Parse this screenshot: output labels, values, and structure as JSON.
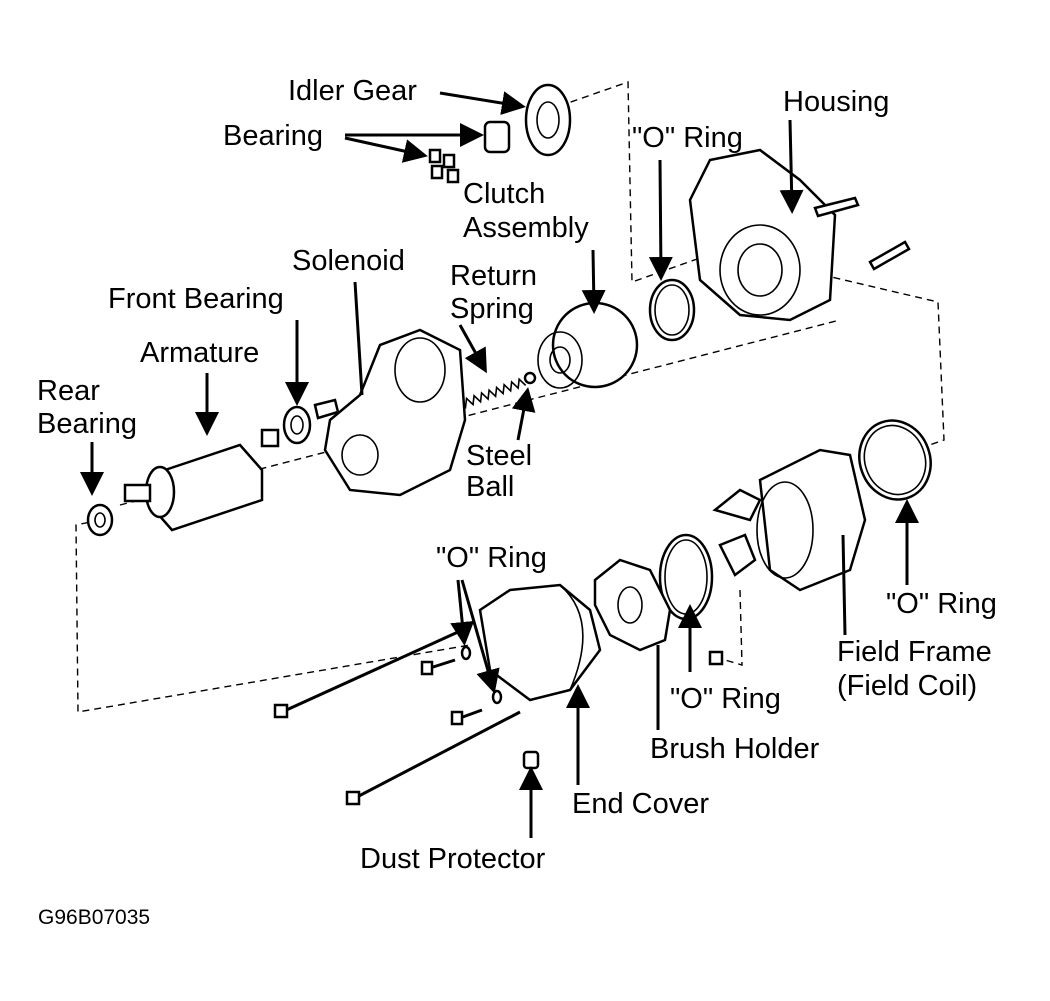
{
  "diagram": {
    "labels": {
      "idler_gear": "Idler Gear",
      "bearing": "Bearing",
      "clutch_assembly_1": "Clutch",
      "clutch_assembly_2": "Assembly",
      "housing": "Housing",
      "o_ring_top": "\"O\" Ring",
      "solenoid": "Solenoid",
      "front_bearing": "Front Bearing",
      "return_spring_1": "Return",
      "return_spring_2": "Spring",
      "armature": "Armature",
      "rear_bearing_1": "Rear",
      "rear_bearing_2": "Bearing",
      "steel_ball_1": "Steel",
      "steel_ball_2": "Ball",
      "o_ring_end_cover": "\"O\" Ring",
      "o_ring_field_frame": "\"O\" Ring",
      "field_frame_1": "Field Frame",
      "field_frame_2": "(Field Coil)",
      "o_ring_brush_holder": "\"O\" Ring",
      "brush_holder": "Brush Holder",
      "end_cover": "End Cover",
      "dust_protector": "Dust Protector"
    },
    "figure_code": "G96B07035"
  }
}
